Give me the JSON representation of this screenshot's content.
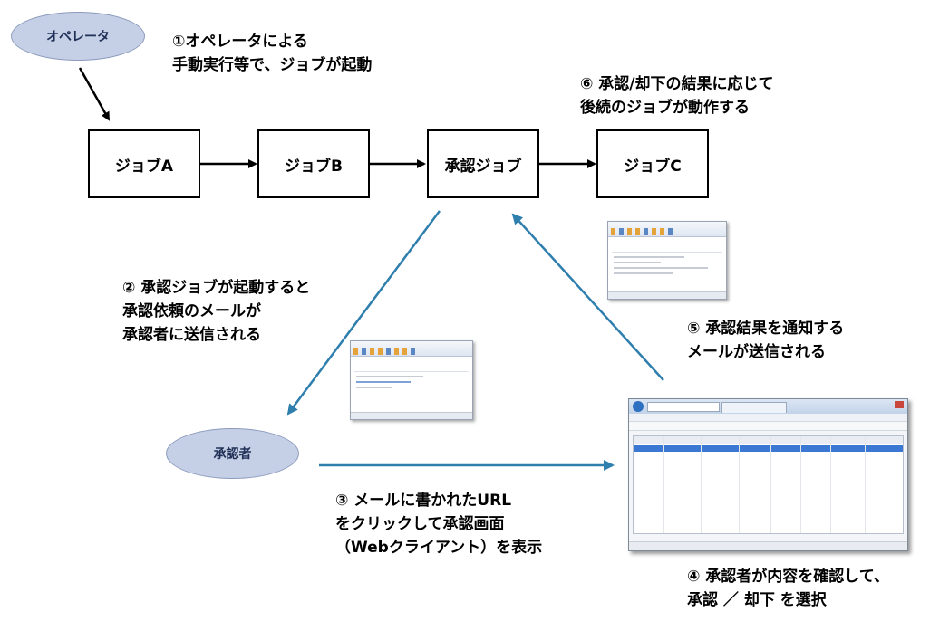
{
  "actors": {
    "operator": "オペレータ",
    "approver": "承認者"
  },
  "jobs": {
    "job_a": "ジョブA",
    "job_b": "ジョブB",
    "approval_job": "承認ジョブ",
    "job_c": "ジョブC"
  },
  "steps": {
    "step1": [
      "①オペレータによる",
      "手動実行等で、ジョブが起動"
    ],
    "step2": [
      "② 承認ジョブが起動すると",
      "承認依頼のメールが",
      "承認者に送信される"
    ],
    "step3": [
      "③ メールに書かれたURL",
      "をクリックして承認画面",
      "（Webクライアント）を表示"
    ],
    "step4": [
      "④ 承認者が内容を確認して、",
      "承認 ／ 却下 を選択"
    ],
    "step5": [
      "⑤ 承認結果を通知する",
      "メールが送信される"
    ],
    "step6": [
      "⑥ 承認/却下の結果に応じて",
      "後続のジョブが動作する"
    ]
  },
  "colors": {
    "flow_arrow": "#000000",
    "mail_arrow": "#2f7fae",
    "ellipse_fill": "#c5d0e6"
  },
  "icons": {
    "mail_window": "email-client-window",
    "web_client": "browser-window"
  }
}
